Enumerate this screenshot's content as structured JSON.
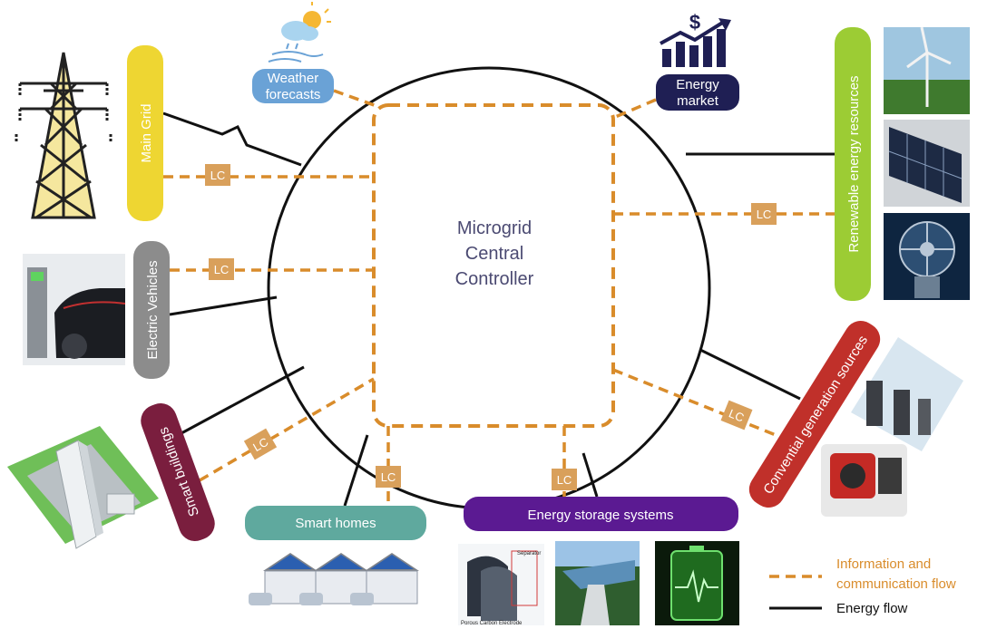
{
  "center": {
    "line1": "Microgrid",
    "line2": "Central",
    "line3": "Controller"
  },
  "nodes": {
    "main_grid": {
      "label": "Main Grid",
      "color": "#eed632"
    },
    "electric_vehicles": {
      "label": "Electric Vehicles",
      "color": "#8c8c8c"
    },
    "smart_buildings": {
      "label": "Smart buildings",
      "color": "#7a1e3e"
    },
    "smart_homes": {
      "label": "Smart homes",
      "color": "#5fa99e"
    },
    "energy_storage": {
      "label": "Energy storage systems",
      "color": "#5b1a92"
    },
    "conventional_generation": {
      "label": "Convential generation sources",
      "color": "#c0302a"
    },
    "renewable_energy": {
      "label": "Renewable energy resources",
      "color": "#9ccc34"
    },
    "energy_market": {
      "line1": "Energy",
      "line2": "market",
      "color": "#1f1f54"
    },
    "weather_forecasts": {
      "line1": "Weather",
      "line2": "forecasts",
      "color": "#6aa2d6"
    }
  },
  "lc_label": "LC",
  "storage_images": {
    "separator_label": "Separator",
    "electrode_label": "Porous Carbon Electrode"
  },
  "legend": {
    "info_line1": "Information and",
    "info_line2": "communication flow",
    "energy_flow": "Energy flow",
    "info_color": "#d98c2b",
    "energy_color": "#111111"
  },
  "colors": {
    "lc_box": "#d9a05b",
    "dashed": "#d98c2b"
  }
}
